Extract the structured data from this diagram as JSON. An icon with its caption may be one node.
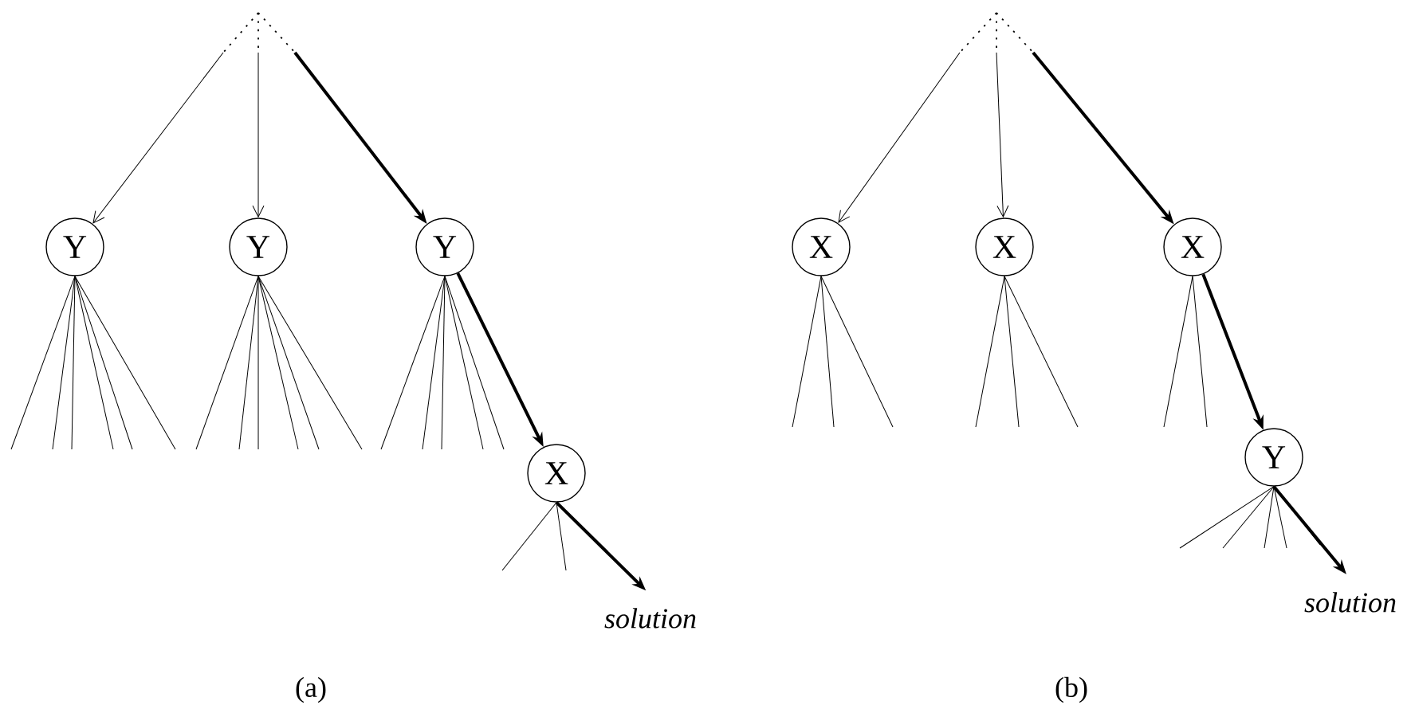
{
  "diagram": {
    "nodes": [
      {
        "text": [
          "Y"
        ]
      },
      {
        "text": [
          "Y"
        ]
      },
      {
        "text": [
          "Y"
        ]
      },
      {
        "text": [
          "X"
        ]
      },
      {
        "text": [
          "solution"
        ]
      },
      {
        "text": [
          "X"
        ]
      },
      {
        "text": [
          "X"
        ]
      },
      {
        "text": [
          "X"
        ]
      },
      {
        "text": [
          "Y"
        ]
      },
      {
        "text": [
          "solution"
        ]
      }
    ],
    "edges": [
      {
        "from": null,
        "to": 0,
        "arrow": "to"
      },
      {
        "from": null,
        "to": 1,
        "arrow": "to"
      },
      {
        "from": null,
        "to": 2,
        "arrow": "to",
        "style": "thick"
      },
      {
        "from": 2,
        "to": 3,
        "arrow": "to",
        "style": "thick"
      },
      {
        "from": 3,
        "to": 4,
        "arrow": "to",
        "style": "thick"
      },
      {
        "from": null,
        "to": 5,
        "arrow": "to"
      },
      {
        "from": null,
        "to": 6,
        "arrow": "to"
      },
      {
        "from": null,
        "to": 7,
        "arrow": "to",
        "style": "thick"
      },
      {
        "from": 7,
        "to": 8,
        "arrow": "to",
        "style": "thick"
      },
      {
        "from": 8,
        "to": 9,
        "arrow": "to",
        "style": "thick"
      },
      {
        "from": 0,
        "to": null,
        "arrow": "none"
      },
      {
        "from": 0,
        "to": null,
        "arrow": "none"
      },
      {
        "from": 0,
        "to": null,
        "arrow": "none"
      },
      {
        "from": 0,
        "to": null,
        "arrow": "none"
      },
      {
        "from": 0,
        "to": null,
        "arrow": "none"
      },
      {
        "from": 0,
        "to": null,
        "arrow": "none"
      },
      {
        "from": 1,
        "to": null,
        "arrow": "none"
      },
      {
        "from": 1,
        "to": null,
        "arrow": "none"
      },
      {
        "from": 1,
        "to": null,
        "arrow": "none"
      },
      {
        "from": 1,
        "to": null,
        "arrow": "none"
      },
      {
        "from": 1,
        "to": null,
        "arrow": "none"
      },
      {
        "from": 1,
        "to": null,
        "arrow": "none"
      },
      {
        "from": 2,
        "to": null,
        "arrow": "none"
      },
      {
        "from": 2,
        "to": null,
        "arrow": "none"
      },
      {
        "from": 2,
        "to": null,
        "arrow": "none"
      },
      {
        "from": 2,
        "to": null,
        "arrow": "none"
      },
      {
        "from": 2,
        "to": null,
        "arrow": "none"
      },
      {
        "from": 3,
        "to": null,
        "arrow": "none"
      },
      {
        "from": 3,
        "to": null,
        "arrow": "none"
      },
      {
        "from": 5,
        "to": null,
        "arrow": "none"
      },
      {
        "from": 5,
        "to": null,
        "arrow": "none"
      },
      {
        "from": 5,
        "to": null,
        "arrow": "none"
      },
      {
        "from": 6,
        "to": null,
        "arrow": "none"
      },
      {
        "from": 6,
        "to": null,
        "arrow": "none"
      },
      {
        "from": 6,
        "to": null,
        "arrow": "none"
      },
      {
        "from": 7,
        "to": null,
        "arrow": "none"
      },
      {
        "from": 7,
        "to": null,
        "arrow": "none"
      },
      {
        "from": 8,
        "to": null,
        "arrow": "none"
      },
      {
        "from": 8,
        "to": null,
        "arrow": "none"
      },
      {
        "from": 8,
        "to": null,
        "arrow": "none"
      },
      {
        "from": 8,
        "to": null,
        "arrow": "none"
      },
      {
        "from": 8,
        "to": null,
        "arrow": "none"
      }
    ],
    "labels": [
      "(a)",
      "(b)"
    ]
  }
}
